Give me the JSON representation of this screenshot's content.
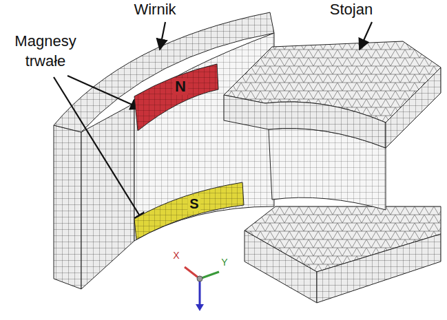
{
  "diagram": {
    "nodes": [
      {
        "text": [
          "N"
        ]
      },
      {
        "text": [
          "S"
        ]
      }
    ],
    "labels": [
      "Wirnik",
      "Stojan",
      "Magnesy trwałe",
      "X",
      "Y"
    ]
  }
}
